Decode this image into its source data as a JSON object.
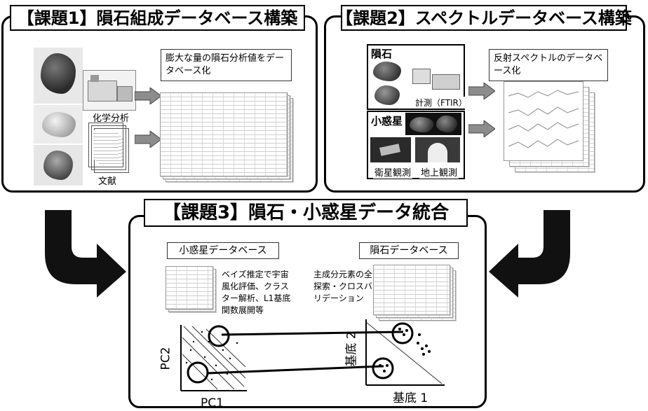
{
  "task1": {
    "title": "【課題1】隕石組成データベース構築",
    "chemical_analysis_label": "化学分析",
    "literature_label": "文献",
    "description": "膨大な量の隕石分析値をデータベース化"
  },
  "task2": {
    "title": "【課題2】スペクトルデータベース構築",
    "meteorite_label": "隕石",
    "measurement_label": "計測（FTIR）",
    "asteroid_label": "小惑星",
    "satellite_label": "衛星観測",
    "ground_label": "地上観測",
    "description": "反射スペクトルのデータベース化"
  },
  "task3": {
    "title": "【課題3】隕石・小惑星データ統合",
    "asteroid_db_label": "小惑星データベース",
    "meteorite_db_label": "隕石データベース",
    "left_method": "ベイズ推定で宇宙風化評価、クラスター解析、L1基底関数展開等",
    "right_method": "主成分元素の全探索・クロスバリデーション",
    "left_plot": {
      "xlabel": "PC1",
      "ylabel": "PC2"
    },
    "right_plot": {
      "xlabel": "基底 1",
      "ylabel": "基底 2"
    }
  },
  "colors": {
    "border": "#000000",
    "arrow_gray": "#8c8c8c",
    "big_arrow": "#111111"
  }
}
